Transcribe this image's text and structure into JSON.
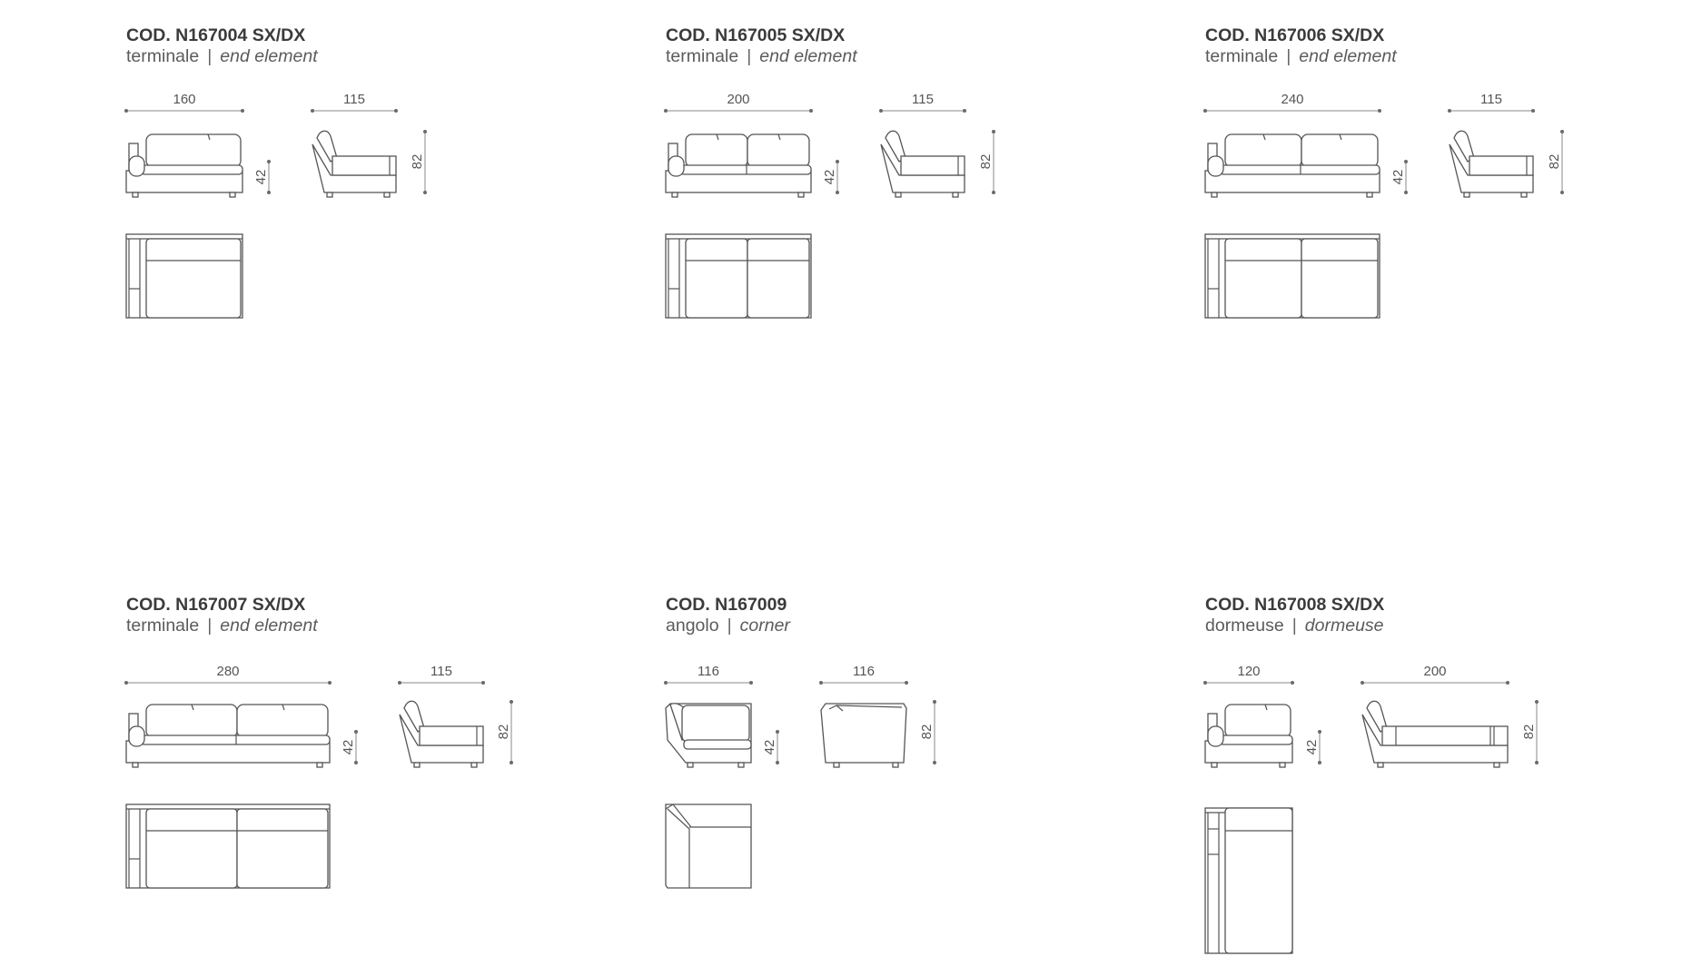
{
  "products": [
    {
      "code": "COD. N167004 SX/DX",
      "name_it": "terminale",
      "separator": "|",
      "name_en": "end element",
      "dims": {
        "width": "160",
        "depth": "115",
        "seat_height": "42",
        "height": "82"
      }
    },
    {
      "code": "COD. N167005 SX/DX",
      "name_it": "terminale",
      "separator": "|",
      "name_en": "end element",
      "dims": {
        "width": "200",
        "depth": "115",
        "seat_height": "42",
        "height": "82"
      }
    },
    {
      "code": "COD. N167006 SX/DX",
      "name_it": "terminale",
      "separator": "|",
      "name_en": "end element",
      "dims": {
        "width": "240",
        "depth": "115",
        "seat_height": "42",
        "height": "82"
      }
    },
    {
      "code": "COD. N167007 SX/DX",
      "name_it": "terminale",
      "separator": "|",
      "name_en": "end element",
      "dims": {
        "width": "280",
        "depth": "115",
        "seat_height": "42",
        "height": "82"
      }
    },
    {
      "code": "COD. N167009",
      "name_it": "angolo",
      "separator": "|",
      "name_en": "corner",
      "dims": {
        "width": "116",
        "depth": "116",
        "seat_height": "42",
        "height": "82"
      }
    },
    {
      "code": "COD. N167008 SX/DX",
      "name_it": "dormeuse",
      "separator": "|",
      "name_en": "dormeuse",
      "dims": {
        "width": "120",
        "depth": "200",
        "seat_height": "42",
        "height": "82"
      }
    }
  ]
}
